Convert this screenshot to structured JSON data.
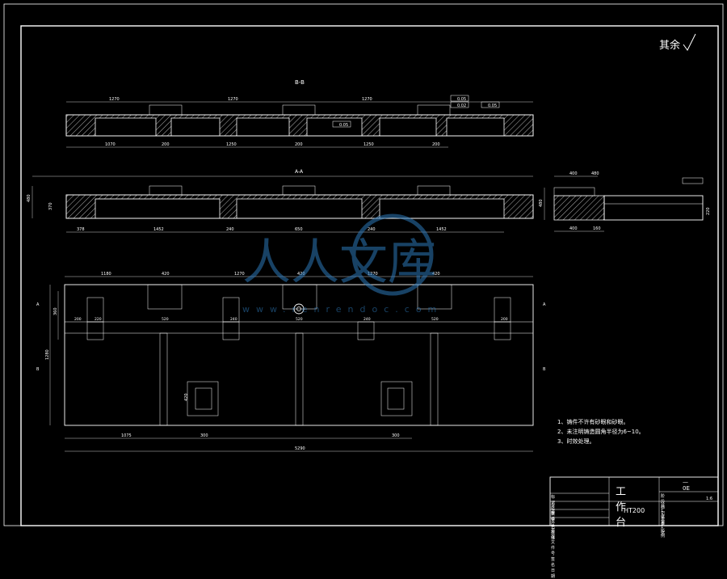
{
  "drawing": {
    "roughness_note": "其余",
    "section_bb_label": "B-B",
    "section_aa_label": "A-A",
    "dims": {
      "bb_top": [
        "1270",
        "1270",
        "1270"
      ],
      "bb_bottom": [
        "1070",
        "200",
        "1250",
        "200",
        "1250",
        "200"
      ],
      "aa_bottom": [
        "378",
        "1452",
        "240",
        "650",
        "240",
        "1452"
      ],
      "aa_side": [
        "480",
        "370"
      ],
      "plan_top": [
        "1180",
        "420",
        "1270",
        "420",
        "1270",
        "420"
      ],
      "plan_mid": [
        "200",
        "220",
        "520",
        "240",
        "520",
        "240",
        "520",
        "200"
      ],
      "plan_bottom_parts": [
        "1075",
        "300",
        "300"
      ],
      "plan_total": "5290",
      "plan_side": [
        "360",
        "1280"
      ],
      "detail_top": [
        "400",
        "480"
      ],
      "detail_bottom": [
        "400",
        "160"
      ],
      "detail_side": [
        "480",
        "220"
      ],
      "window_dim": "420"
    },
    "tolerances": {
      "t1": "0.05",
      "t2": "0.02",
      "t3": "0.05",
      "t4": "0.05"
    },
    "watermark": {
      "brand": "人人文库",
      "url": "www.renrendoc.com"
    }
  },
  "notes": [
    "1、铸件不许有砂眼和砂眼。",
    "2、未注明铸造圆角半径为6~10。",
    "3、时效处理。"
  ],
  "title_block": {
    "part_name": "工作台",
    "material": "HT200",
    "scale": "1:6",
    "drawing_no": "—0E",
    "left_rows": [
      "标记 处数 分区 更改文件号 签名 日期",
      "设计",
      "审核",
      "工艺 批准"
    ],
    "right_rows": [
      "阶段标记 重量 比例",
      "共 1 张 第 1 张"
    ]
  }
}
